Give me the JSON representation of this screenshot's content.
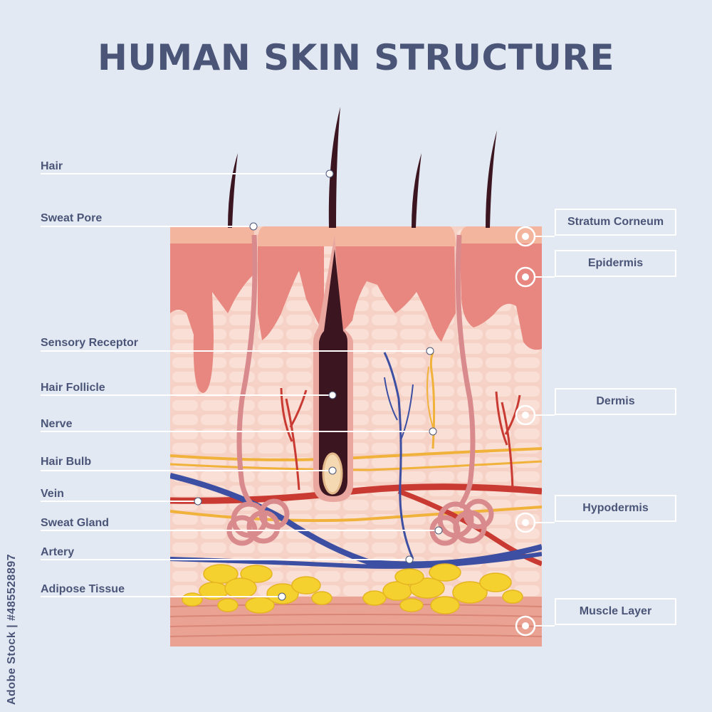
{
  "title": "HUMAN SKIN STRUCTURE",
  "left_labels": [
    {
      "id": "hair",
      "text": "Hair"
    },
    {
      "id": "sweat-pore",
      "text": "Sweat Pore"
    },
    {
      "id": "sensory-receptor",
      "text": "Sensory Receptor"
    },
    {
      "id": "hair-follicle",
      "text": "Hair Follicle"
    },
    {
      "id": "nerve",
      "text": "Nerve"
    },
    {
      "id": "hair-bulb",
      "text": "Hair Bulb"
    },
    {
      "id": "vein",
      "text": "Vein"
    },
    {
      "id": "sweat-gland",
      "text": "Sweat Gland"
    },
    {
      "id": "artery",
      "text": "Artery"
    },
    {
      "id": "adipose-tissue",
      "text": "Adipose Tissue"
    }
  ],
  "right_labels": [
    {
      "id": "stratum-corneum",
      "text": "Stratum Corneum"
    },
    {
      "id": "epidermis",
      "text": "Epidermis"
    },
    {
      "id": "dermis",
      "text": "Dermis"
    },
    {
      "id": "hypodermis",
      "text": "Hypodermis"
    },
    {
      "id": "muscle-layer",
      "text": "Muscle Layer"
    }
  ],
  "credit": "Adobe Stock | #485528897",
  "colors": {
    "background": "#e3e9f3",
    "text": "#4a5578",
    "stratum_corneum": "#f3b59e",
    "epidermis": "#e7877f",
    "dermis": "#f6d1c6",
    "muscle": "#eaa393",
    "hair": "#3b1520",
    "artery": "#c93a32",
    "vein": "#3c4fa3",
    "nerve": "#f0b23a",
    "fat": "#f5d130"
  }
}
